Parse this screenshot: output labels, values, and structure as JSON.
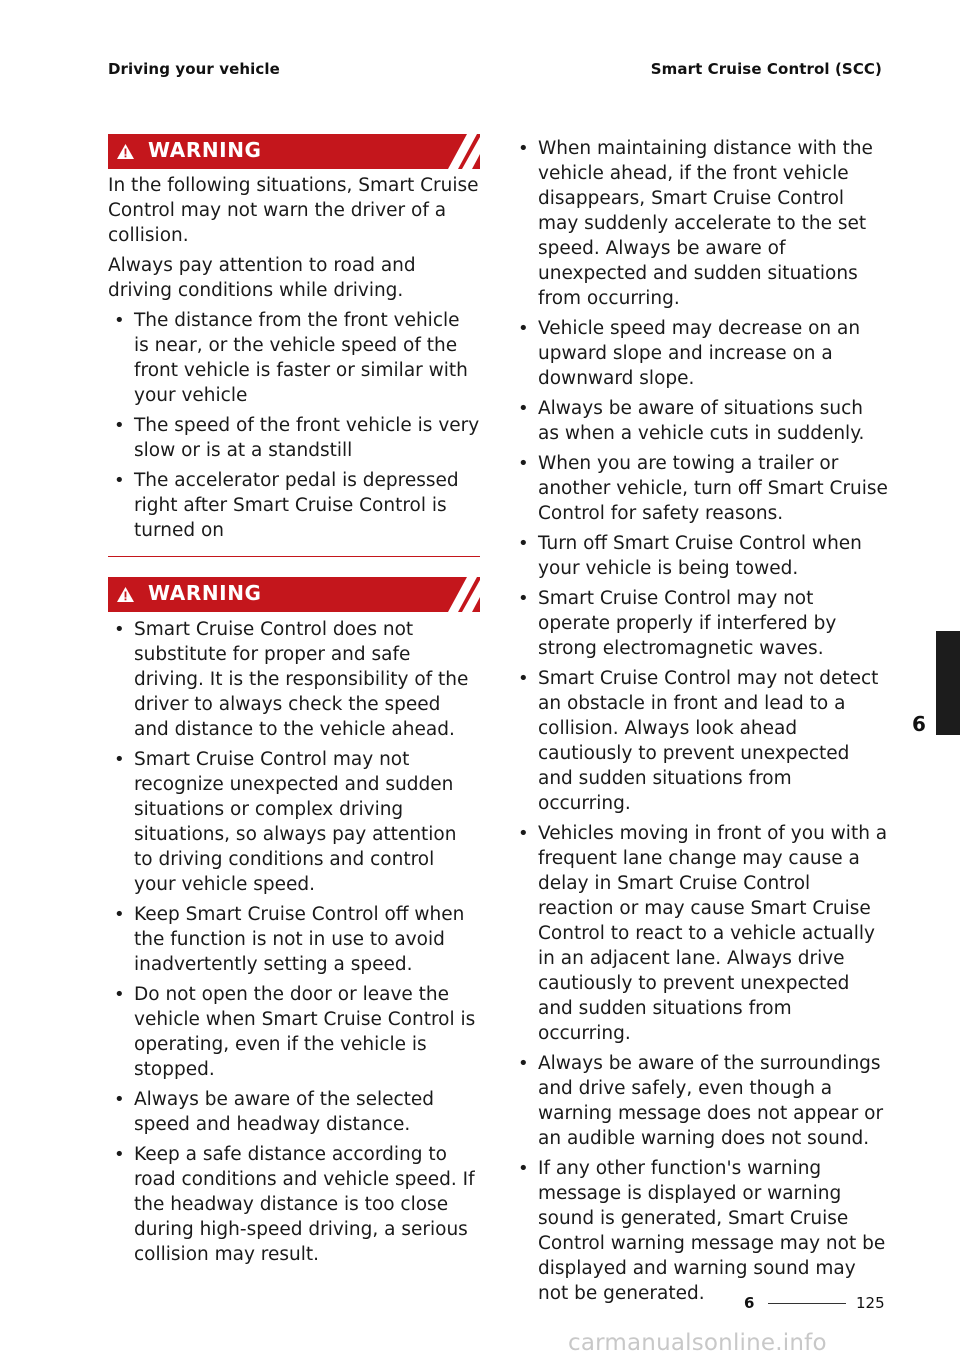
{
  "header": {
    "left": "Driving your vehicle",
    "right": "Smart Cruise Control (SCC)"
  },
  "warning1": {
    "label": "WARNING",
    "intro": "In the following situations, Smart Cruise Control may not warn the driver of a collision.",
    "intro2": "Always pay attention to road and driving conditions while driving.",
    "bullets": [
      "The distance from the front vehicle is near, or the vehicle speed of the front vehicle is faster or similar with your vehicle",
      "The speed of the front vehicle is very slow or is at a standstill",
      "The accelerator pedal is depressed right after Smart Cruise Control is turned on"
    ]
  },
  "warning2": {
    "label": "WARNING",
    "bullets": [
      "Smart Cruise Control does not substitute for proper and safe driving. It is the responsibility of the driver to always check the speed and distance to the vehicle ahead.",
      "Smart Cruise Control may not recognize unexpected and sudden situations or complex driving situations, so always pay attention to driving conditions and control your vehicle speed.",
      "Keep Smart Cruise Control off when the function is not in use to avoid inadvertently setting a speed.",
      "Do not open the door or leave the vehicle when Smart Cruise Control is operating, even if the vehicle is stopped.",
      "Always be aware of the selected speed and headway distance.",
      "Keep a safe distance according to road conditions and vehicle speed. If the headway distance is too close during high-speed driving, a serious collision may result."
    ]
  },
  "right_column": {
    "bullets": [
      "When maintaining distance with the vehicle ahead, if the front vehicle disappears, Smart Cruise Control may suddenly accelerate to the set speed. Always be aware of unexpected and sudden situations from occurring.",
      "Vehicle speed may decrease on an upward slope and increase on a downward slope.",
      "Always be aware of situations such as when a vehicle cuts in suddenly.",
      "When you are towing a trailer or another vehicle, turn off Smart Cruise Control for safety reasons.",
      "Turn off Smart Cruise Control when your vehicle is being towed.",
      "Smart Cruise Control may not operate properly if interfered by strong electromagnetic waves.",
      "Smart Cruise Control may not detect an obstacle in front and lead to a collision. Always look ahead cautiously to prevent unexpected and sudden situations from occurring.",
      "Vehicles moving in front of you with a frequent lane change may cause a delay in Smart Cruise Control reaction or may cause Smart Cruise Control to react to a vehicle actually in an adjacent lane. Always drive cautiously to prevent unexpected and sudden situations from occurring.",
      "Always be aware of the surroundings and drive safely, even though a warning message does not appear or an audible warning does not sound.",
      "If any other function's warning message is displayed or warning sound is generated, Smart Cruise Control warning message may not be displayed and warning sound may not be generated."
    ]
  },
  "side_tab": {
    "chapter": "6"
  },
  "footer": {
    "chapter": "6",
    "page": "125"
  },
  "watermark": "carmanualsonline.info",
  "bullet_glyph": "•",
  "colors": {
    "warning_red": "#c4161c",
    "tab_black": "#1c1c1c"
  }
}
